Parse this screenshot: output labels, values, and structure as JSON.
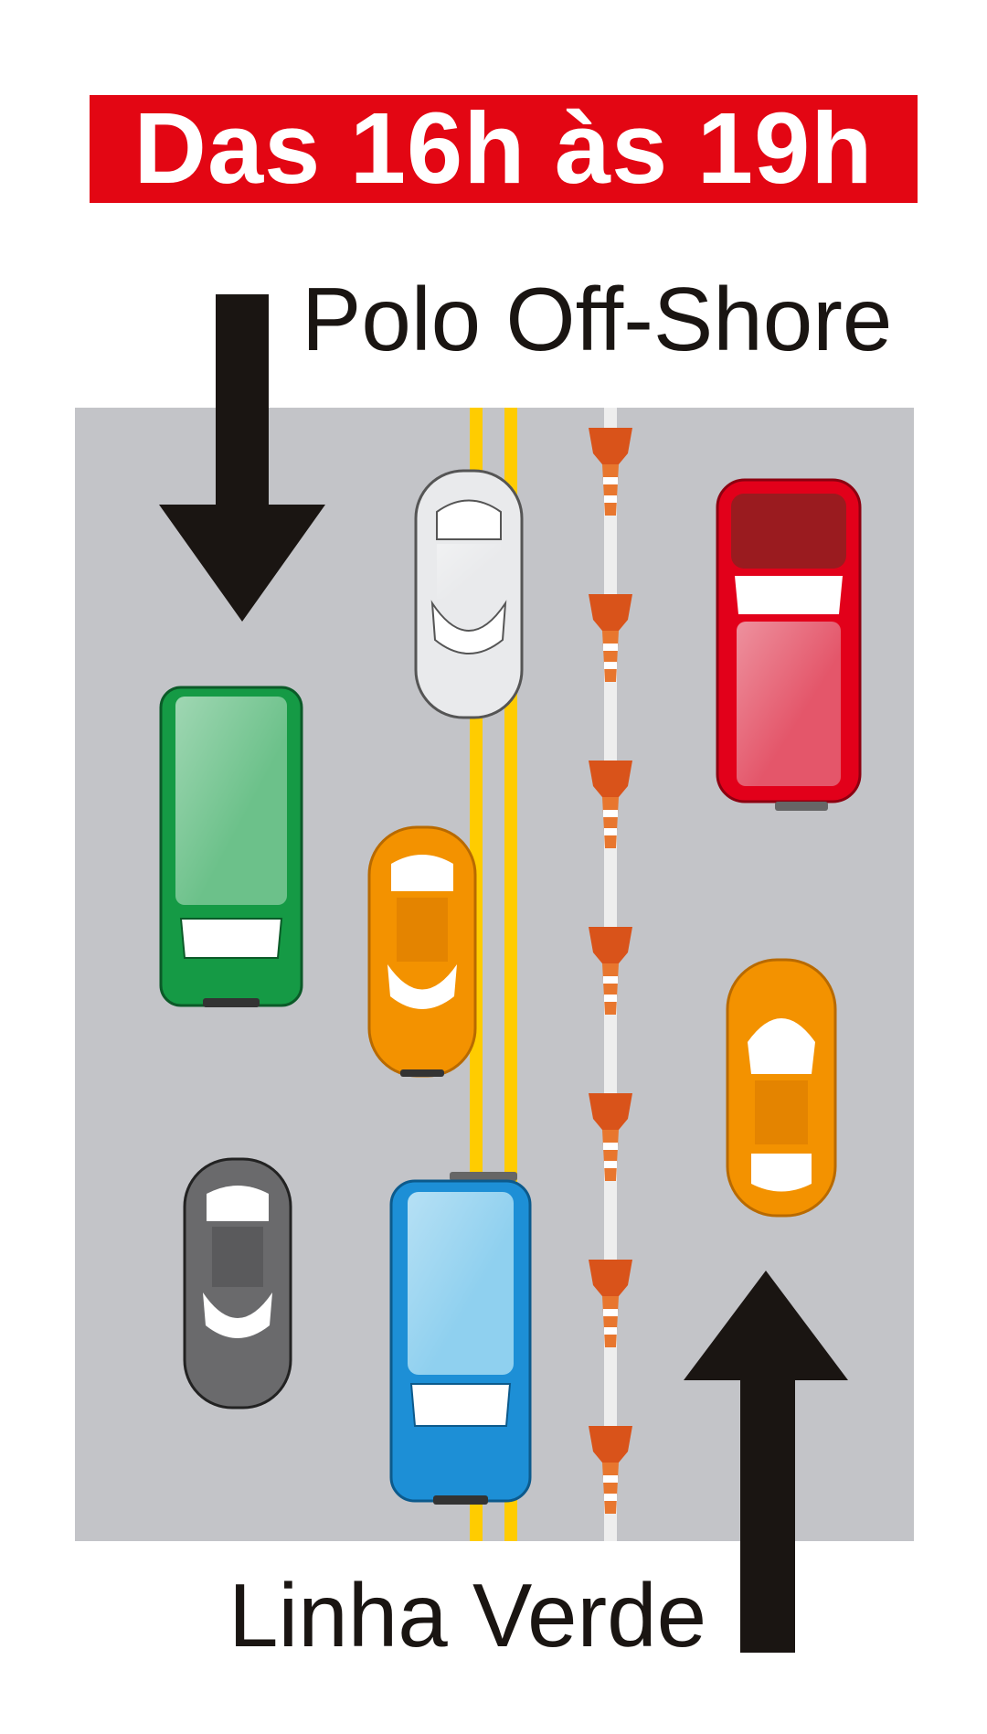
{
  "banner": {
    "text": "Das 16h às 19h",
    "color": "#e30613"
  },
  "direction_top": {
    "label": "Polo Off-Shore",
    "arrow_icon": "arrow-down-icon"
  },
  "direction_bottom": {
    "label": "Linha Verde",
    "arrow_icon": "arrow-up-icon"
  },
  "colors": {
    "road": "#c3c4c8",
    "center_line": "#ffcc00",
    "cone": "#e0651e",
    "arrow": "#1a1512",
    "lane_divider": "#eeeeee"
  },
  "vehicles": [
    {
      "name": "white-car",
      "type": "car",
      "color": "#e9eaec",
      "facing": "down"
    },
    {
      "name": "green-van",
      "type": "van",
      "color": "#159a45",
      "facing": "down"
    },
    {
      "name": "orange-car-left",
      "type": "car",
      "color": "#f39200",
      "facing": "down"
    },
    {
      "name": "gray-car",
      "type": "car",
      "color": "#6a6a6c",
      "facing": "down"
    },
    {
      "name": "blue-van",
      "type": "van",
      "color": "#1d8fd6",
      "facing": "down"
    },
    {
      "name": "red-suv",
      "type": "van",
      "color": "#e2001a",
      "facing": "up"
    },
    {
      "name": "orange-car-right",
      "type": "car",
      "color": "#f39200",
      "facing": "up"
    }
  ],
  "cones": {
    "count": 7,
    "icon": "traffic-cone-icon"
  }
}
